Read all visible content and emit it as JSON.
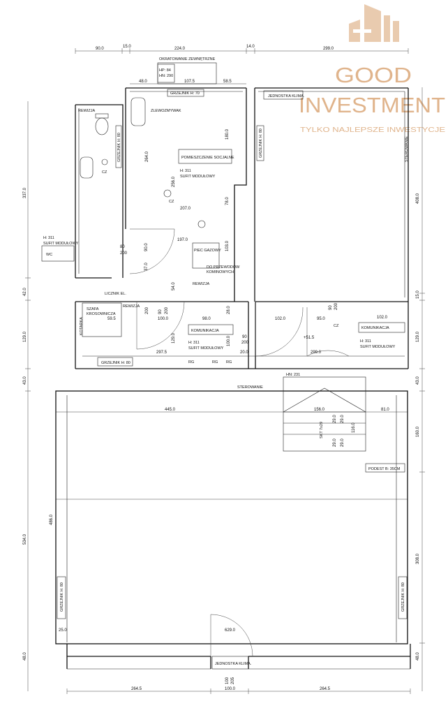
{
  "logo": {
    "line1": "GOOD",
    "line2": "INVESTMENT",
    "tagline": "TYLKO NAJLEPSZE INWESTYCJE",
    "color": "#e0b48c"
  },
  "dims_top": [
    "90.0",
    "15.0",
    "224.0",
    "14.0",
    "299.0"
  ],
  "dims_upper": [
    "48.0",
    "107.5",
    "58.5"
  ],
  "dims_left": [
    "337.0",
    "42.0",
    "129.0",
    "43.0",
    "534.0"
  ],
  "dims_right": [
    "408.0",
    "15.0",
    "129.0",
    "43.0",
    "160.0",
    "308.0",
    "48.0"
  ],
  "dims_inner": {
    "d264": "264.0",
    "d256": "256.0",
    "d180": "180.0",
    "d78": "78.0",
    "d207": "207.0",
    "d197": "197.0",
    "d80": "80",
    "d200a": "200",
    "d90": "90.0",
    "d37": "37.0",
    "d54": "54.0",
    "d103": "103.0",
    "d90b": "90",
    "d200b": "200",
    "d100a": "100.0",
    "d595": "59.5",
    "d98": "98.0",
    "d285": "28.0",
    "d102a": "102.0",
    "d95": "95.0",
    "d102b": "102.0",
    "d129": "129.0",
    "d100b": "100.0",
    "d90c": "90",
    "d200c": "200",
    "d2975": "297.5",
    "d200d": "20.0",
    "d299": "299.0",
    "d445": "445.0",
    "d156": "156.0",
    "d81": "81.0",
    "d290a": "29.0",
    "d290b": "29.0",
    "d116": "116.0",
    "d290c": "29.0",
    "d290d": "29.0",
    "d486": "486.0",
    "d250": "25.0",
    "d629": "629.0",
    "d48": "48.0",
    "d2645a": "264.5",
    "d100c": "100.0",
    "d2645b": "264.5",
    "d100d": "100",
    "d205": "205",
    "d90d": "90",
    "d200e": "200",
    "d200f": "200",
    "lvl": "+51.5"
  },
  "labels": {
    "okratowanie": "OKRATOWANIE ZEWNĘTRZNE",
    "hp": "HP: 84",
    "hn": "HN: 290",
    "grzejnik70": "GRZEJNIK H: 70",
    "jedn_klima_top": "JEDNOSTKA KLIMA.",
    "rewizja1": "REWIZJA",
    "zlewozmywak": "ZLEWOZMYWAK",
    "grzejnik80a": "GRZEJNIK H: 80",
    "grzejnik80b": "GRZEJNIK H: 80",
    "sterowanie1": "STEROWANIE",
    "pom_socjalne": "POMIESZCZENIE SOCJALNE",
    "h311a": "H: 311",
    "sufit1": "SUFIT MODUŁOWY",
    "cz1": "CZ",
    "cz2": "CZ",
    "cz3": "CZ",
    "h311wc": "H: 311",
    "sufit_wc": "SUFIT MODUŁOWY",
    "wc": "WC",
    "piec": "PIEC GAZOWY",
    "do_przewodow": "DO PRZEWODÓW",
    "kominowych": "KOMINOWYCH",
    "rewizja2": "REWIZJA",
    "licznik": "LICZNIK EL.",
    "szafa": "SZAFA",
    "krosownicza": "KROSOWNICZA",
    "rewizja3": "REWIZJA",
    "kotarka": "KOTARKA",
    "komunikacja1": "KOMUNIKACJA",
    "h311b": "H: 311",
    "sufit2": "SUFIT MODUŁOWY",
    "komunikacja2": "KOMUNIKACJA",
    "h311c": "H: 311",
    "sufit3": "SUFIT MODUŁOWY",
    "grzejnik80c": "GRZEJNIK H: 80",
    "rg1": "RG",
    "rg2": "RG",
    "rg3": "RG",
    "hn231": "HN: 231",
    "sterowanie2": "STEROWANIE",
    "stair": "SKT 7x29",
    "podest": "PODEST B: 35CM",
    "grzejnik80d": "GRZEJNIK H: 80",
    "grzejnik80e": "GRZEJNIK H: 80",
    "jedn_klima_bot": "JEDNOSTKA KLIMA."
  }
}
